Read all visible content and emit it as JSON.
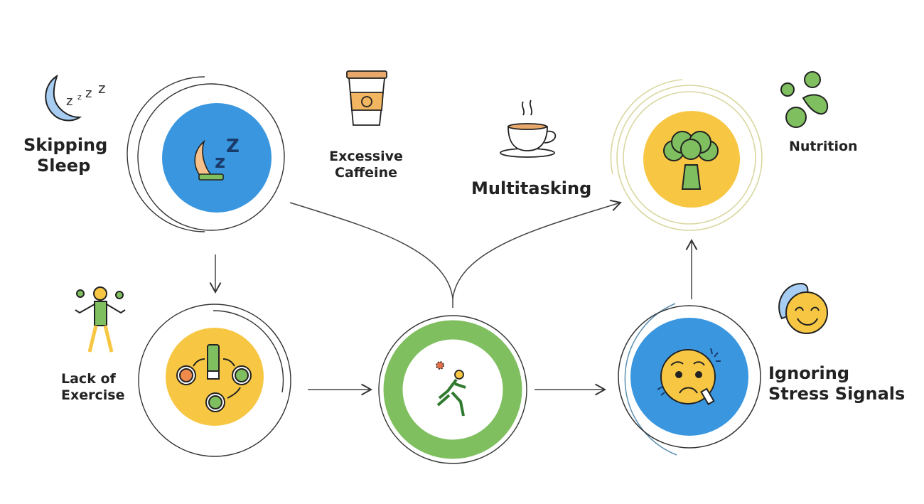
{
  "diagram": {
    "nodes": [
      {
        "id": "sleep",
        "label_lines": [
          "Skipping",
          "Sleep"
        ],
        "icon": "sleeping-person-icon",
        "side_icon": "moon-zzz-icon",
        "fill": "#3a97df"
      },
      {
        "id": "caffeine",
        "label_lines": [
          "Excessive",
          "Caffeine"
        ],
        "icon": "coffee-cup-icon"
      },
      {
        "id": "multitasking",
        "label_lines": [
          "Multitasking"
        ],
        "icon": "teacup-icon"
      },
      {
        "id": "nutrition",
        "label_lines": [
          "Nutrition"
        ],
        "icon": "broccoli-icon",
        "side_icon": "peas-icon",
        "fill": "#f7c744"
      },
      {
        "id": "exercise",
        "label_lines": [
          "Lack of",
          "Exercise"
        ],
        "icon": "juggling-person-icon",
        "center_icon": "cycle-icon",
        "fill": "#f7c744"
      },
      {
        "id": "movement",
        "label_lines": [],
        "icon": "running-person-icon",
        "ring": "#7fbf5f"
      },
      {
        "id": "stress",
        "label_lines": [
          "Ignoring",
          "Stress Signals"
        ],
        "icon": "worried-face-icon",
        "side_icon": "relieved-face-icon",
        "fill": "#3a97df"
      }
    ],
    "edges": [
      {
        "from": "sleep",
        "to": "exercise",
        "type": "arrow-down"
      },
      {
        "from": "exercise",
        "to": "movement",
        "type": "arrow-right"
      },
      {
        "from": "movement",
        "to": "stress",
        "type": "arrow-right"
      },
      {
        "from": "stress",
        "to": "nutrition",
        "type": "arrow-up"
      },
      {
        "from": "sleep",
        "to": "movement",
        "type": "curve-merge"
      },
      {
        "from": "movement",
        "to": "nutrition",
        "type": "curve-arrow"
      }
    ],
    "colors": {
      "blue": "#3a97df",
      "yellow": "#f7c744",
      "green": "#7fbf5f",
      "outline": "#333333",
      "text": "#222222"
    }
  }
}
